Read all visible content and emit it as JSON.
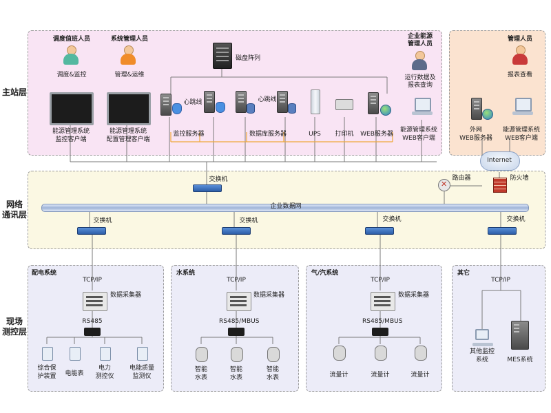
{
  "layers": {
    "master": "主站层",
    "network": [
      "网络",
      "通讯层"
    ],
    "field": [
      "现场",
      "测控层"
    ]
  },
  "master": {
    "dispatcher_title": "调度值班人员",
    "dispatcher_action": "调度&监控",
    "sysadmin_title": "系统管理人员",
    "sysadmin_action": "管理&运维",
    "client_monitor": [
      "能源管理系统",
      "监控客户端"
    ],
    "client_config": [
      "能源管理系统",
      "配置管理客户端"
    ],
    "disk_array": "磁盘阵列",
    "heartbeat1": "心跳线",
    "heartbeat2": "心跳线",
    "monitor_server": "监控服务器",
    "db_server": "数据库服务器",
    "ups": "UPS",
    "printer": "打印机",
    "web_server": "WEB服务器",
    "manager_title": [
      "企业能源",
      "管理人员"
    ],
    "manager_action": [
      "运行数据及",
      "报表查询"
    ],
    "web_client": [
      "能源管理系统",
      "WEB客户端"
    ]
  },
  "external": {
    "title": "管理人员",
    "action": "报表查看",
    "ext_web_server": [
      "外网",
      "WEB服务器"
    ],
    "ext_web_client": [
      "能源管理系统",
      "WEB客户端"
    ],
    "internet": "Internet"
  },
  "network": {
    "switch_label": "交换机",
    "router": "路由器",
    "firewall": "防火墙",
    "backbone": "企业数据网",
    "sub_switch_label": "交换机"
  },
  "field": {
    "tcpip": "TCP/IP",
    "collector": "数据采集器",
    "power": {
      "title": "配电系统",
      "bus": "RS485",
      "devices": [
        [
          "综合保",
          "护装置"
        ],
        [
          "电能表"
        ],
        [
          "电力",
          "测控仪"
        ],
        [
          "电能质量",
          "监测仪"
        ]
      ]
    },
    "water": {
      "title": "水系统",
      "bus": "RS485/MBUS",
      "devices": [
        [
          "智能",
          "水表"
        ],
        [
          "智能",
          "水表"
        ],
        [
          "智能",
          "水表"
        ]
      ]
    },
    "gas": {
      "title": "气/汽系统",
      "bus": "RS485/MBUS",
      "devices": [
        [
          "流量计"
        ],
        [
          "流量计"
        ],
        [
          "流量计"
        ]
      ]
    },
    "other": {
      "title": "其它",
      "devices": [
        [
          "其他监控",
          "系统"
        ],
        [
          "MES系统"
        ]
      ]
    }
  },
  "colors": {
    "master_bg": "#f9e4f4",
    "external_bg": "#fbe3d0",
    "network_bg": "#fbf8e3",
    "field_bg": "#ececf8",
    "line": "#7a7a7a",
    "orange_link": "#f0a93b"
  }
}
